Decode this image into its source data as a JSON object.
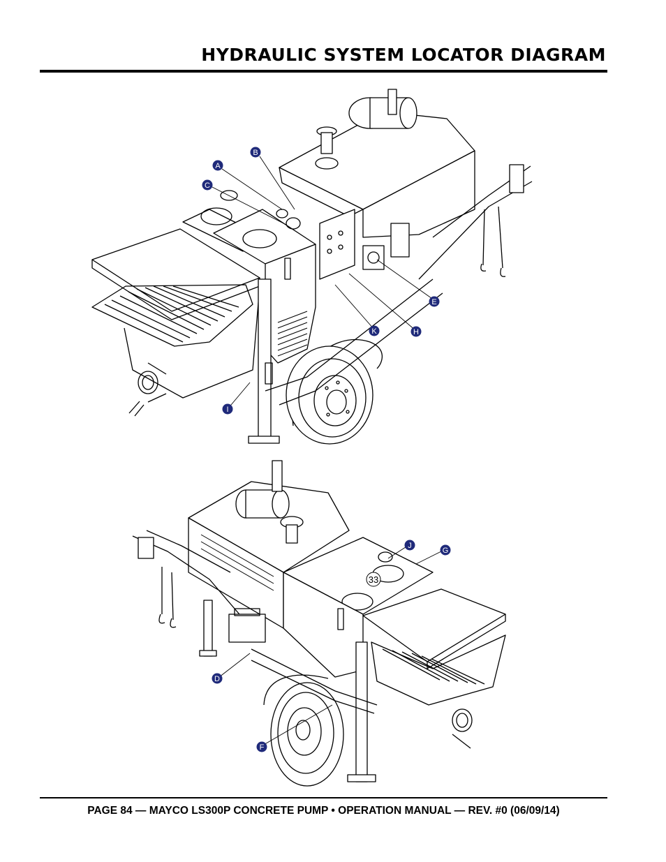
{
  "header": {
    "title": "HYDRAULIC SYSTEM LOCATOR DIAGRAM"
  },
  "footer": {
    "text": "PAGE 84 — MAYCO LS300P CONCRETE PUMP • OPERATION MANUAL — REV. #0 (06/09/14)"
  },
  "callouts": {
    "top_view": [
      "A",
      "B",
      "C",
      "E",
      "K",
      "H",
      "I"
    ],
    "bottom_view": [
      "J",
      "G",
      "D",
      "F"
    ]
  },
  "part_number": "33",
  "colors": {
    "callout_fill": "#1f2a7a",
    "line": "#000000"
  }
}
